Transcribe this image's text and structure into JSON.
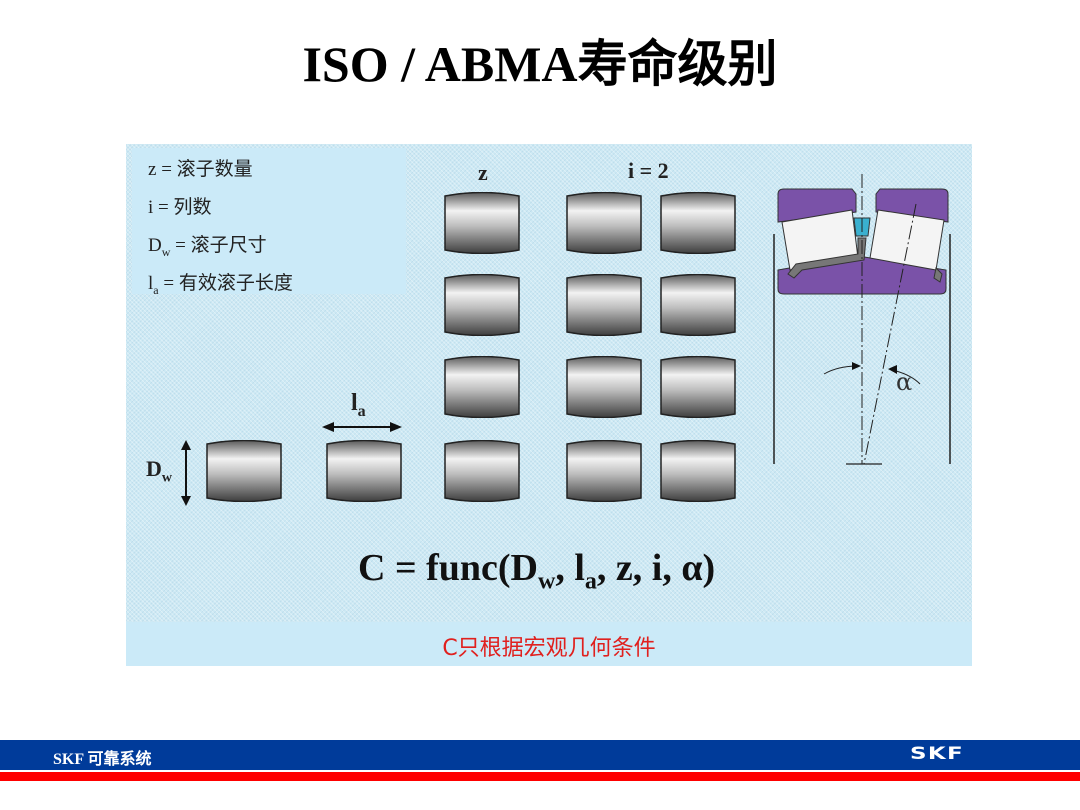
{
  "title": "ISO  / ABMA寿命级别",
  "figure": {
    "legend": [
      {
        "symbol": "z",
        "sub": "",
        "text": " = 滚子数量"
      },
      {
        "symbol": "i",
        "sub": "",
        "text": " = 列数"
      },
      {
        "symbol": "D",
        "sub": "w",
        "text": " = 滚子尺寸"
      },
      {
        "symbol": "l",
        "sub": "a",
        "text": " = 有效滚子长度"
      }
    ],
    "labels": {
      "z": "z",
      "i": "i = 2",
      "dw_main": "D",
      "dw_sub": "w",
      "la_main": "l",
      "la_sub": "a",
      "alpha": "α"
    },
    "formula": {
      "prefix": "C = func(D",
      "sub1": "w",
      "mid1": ", l",
      "sub2": "a",
      "suffix": ", z, i, α)"
    },
    "caption": "C只根据宏观几何条件"
  },
  "footer": {
    "text": "SKF 可靠系统",
    "logo": "SKF"
  },
  "colors": {
    "footer_blue": "#003b9a",
    "footer_red": "#ff0000",
    "caption_red": "#e0201e",
    "bearing_purple": "#7a52a8",
    "figure_bg": "#cde9f4"
  }
}
